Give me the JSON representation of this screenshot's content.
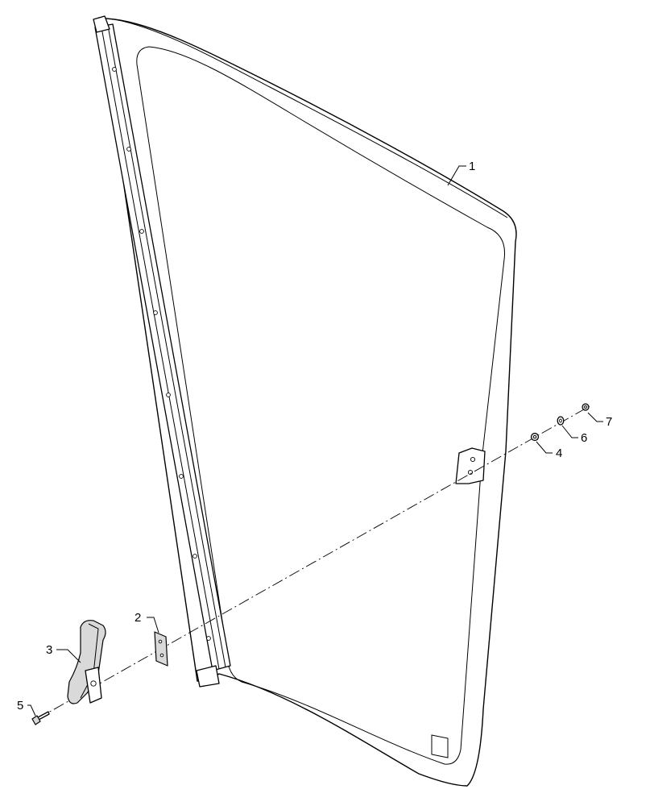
{
  "callouts": {
    "c1": "1",
    "c2": "2",
    "c3": "3",
    "c4": "4",
    "c5": "5",
    "c6": "6",
    "c7": "7"
  }
}
